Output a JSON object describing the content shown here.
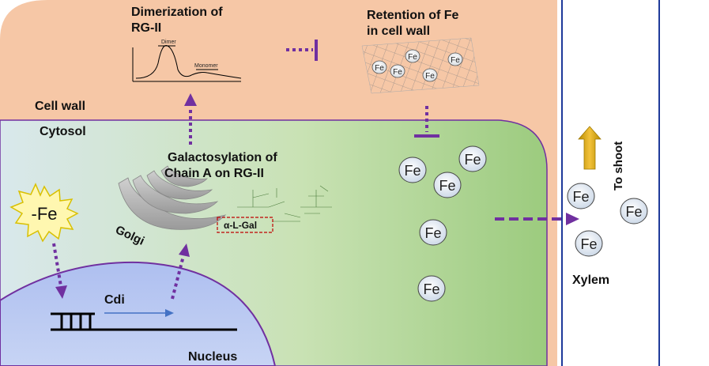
{
  "title_dimerization": [
    "Dimerization of",
    "RG-II"
  ],
  "peak_labels": {
    "dimer": "Dimer",
    "monomer": "Monomer"
  },
  "title_retention": [
    "Retention of Fe",
    "in cell wall"
  ],
  "compartments": {
    "cell_wall": "Cell wall",
    "cytosol": "Cytosol",
    "golgi": "Golgi",
    "nucleus": "Nucleus",
    "xylem": "Xylem"
  },
  "galactosylation": [
    "Galactosylation of",
    "Chain A on RG-II"
  ],
  "sugar_label": "α-L-Gal",
  "iron_deficiency": "-Fe",
  "gene": "Cdi",
  "to_shoot": "To shoot",
  "fe_symbol": "Fe",
  "colors": {
    "cell_wall": "#f6c7a6",
    "cytosol_left": "#dbe9ea",
    "cytosol_right": "#9fcd82",
    "nucleus": "#b4c6ee",
    "arrow_purple": "#7030a0",
    "arrow_gold": "#c9a000",
    "transcript": "#4472c4"
  }
}
